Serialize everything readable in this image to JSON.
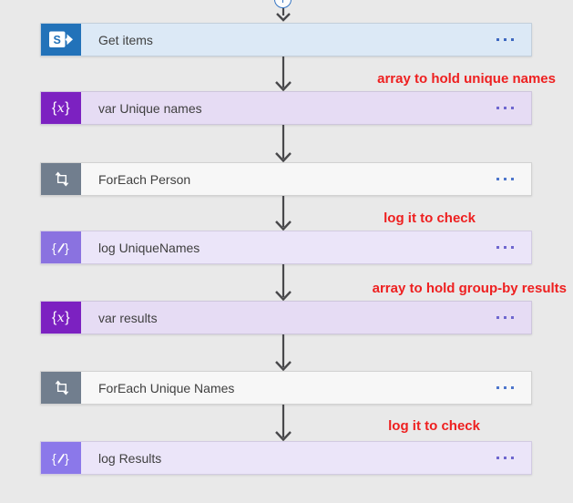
{
  "canvas": {
    "background": "#e9e9e9"
  },
  "insert_button": {
    "symbol": "+",
    "color": "#3575c4"
  },
  "flow": {
    "arrow_color": "#48484b",
    "annotation_color": "#ee2020",
    "nodes": [
      {
        "label": "Get items",
        "icon": "sharepoint-icon",
        "menu": "ellipsis-menu",
        "colors": {
          "icon_bg": "#2272b9",
          "bar_bg": "#dce9f6",
          "border": "#c3cfdb",
          "menu": "#3e68c0"
        }
      },
      {
        "label": "var Unique names",
        "icon": "initialize-variable-icon",
        "menu": "ellipsis-menu",
        "colors": {
          "icon_bg": "#7c21c1",
          "bar_bg": "#e6dcf4",
          "border": "#cec6dc",
          "menu": "#6e67cf"
        }
      },
      {
        "label": "ForEach Person",
        "icon": "apply-to-each-loop-icon",
        "menu": "ellipsis-menu",
        "colors": {
          "icon_bg": "#717e8e",
          "bar_bg": "#f7f7f7",
          "border": "#d2d2d2",
          "menu": "#4e76cc"
        }
      },
      {
        "label": "log UniqueNames",
        "icon": "compose-icon",
        "menu": "ellipsis-menu",
        "colors": {
          "icon_bg": "#8a72e0",
          "bar_bg": "#ebe5f9",
          "border": "#d2cbe2",
          "menu": "#6e67cf"
        }
      },
      {
        "label": "var results",
        "icon": "initialize-variable-icon",
        "menu": "ellipsis-menu",
        "colors": {
          "icon_bg": "#7c21c1",
          "bar_bg": "#e6dcf4",
          "border": "#cec6dc",
          "menu": "#6e67cf"
        }
      },
      {
        "label": "ForEach Unique Names",
        "icon": "apply-to-each-loop-icon",
        "menu": "ellipsis-menu",
        "colors": {
          "icon_bg": "#717e8e",
          "bar_bg": "#f7f7f7",
          "border": "#d2d2d2",
          "menu": "#4e76cc"
        }
      },
      {
        "label": "log Results",
        "icon": "compose-icon",
        "menu": "ellipsis-menu",
        "colors": {
          "icon_bg": "#8b78ea",
          "bar_bg": "#ebe5f9",
          "border": "#d2cbe2",
          "menu": "#6e67cf"
        }
      }
    ],
    "annotations": [
      {
        "text": "array to hold unique names"
      },
      {
        "text": "log it to check"
      },
      {
        "text": "array to hold group-by results"
      },
      {
        "text": "log it to check"
      }
    ]
  }
}
